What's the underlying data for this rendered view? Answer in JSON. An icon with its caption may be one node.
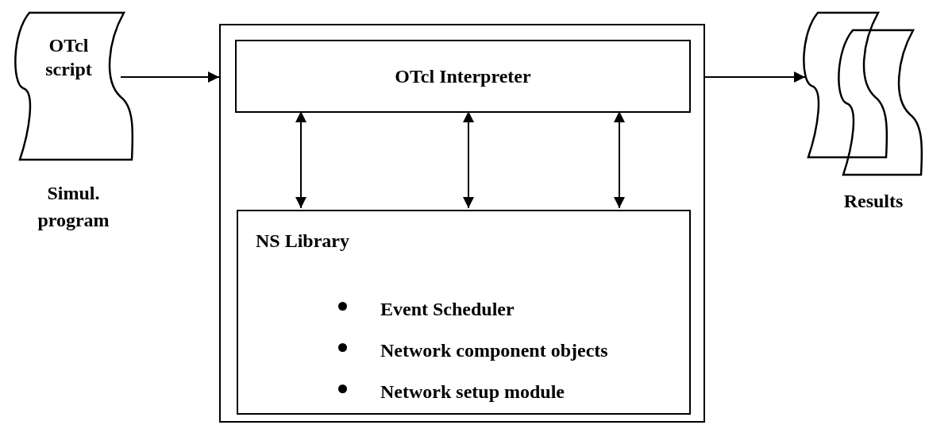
{
  "diagram": {
    "nodes": [
      {
        "text": [
          "OTcl script"
        ],
        "beside": [
          "Simul. program"
        ]
      },
      {
        "text": [],
        "shape": "box"
      },
      {
        "text": [
          "OTcl Interpreter"
        ],
        "in": 1
      },
      {
        "text": [
          "NS Library",
          "Event Scheduler",
          "Network component objects",
          "Network setup module"
        ],
        "in": 1
      },
      {
        "text": [],
        "shape": "document",
        "beside": [
          "Results"
        ]
      }
    ],
    "edges": [
      {
        "from": 0,
        "to": 1,
        "arrow": "to"
      },
      {
        "from": 1,
        "to": 4,
        "arrow": "to"
      },
      {
        "from": 2,
        "to": 3,
        "arrow": "both"
      },
      {
        "from": 2,
        "to": 3,
        "arrow": "both"
      },
      {
        "from": 2,
        "to": 3,
        "arrow": "both"
      }
    ]
  }
}
